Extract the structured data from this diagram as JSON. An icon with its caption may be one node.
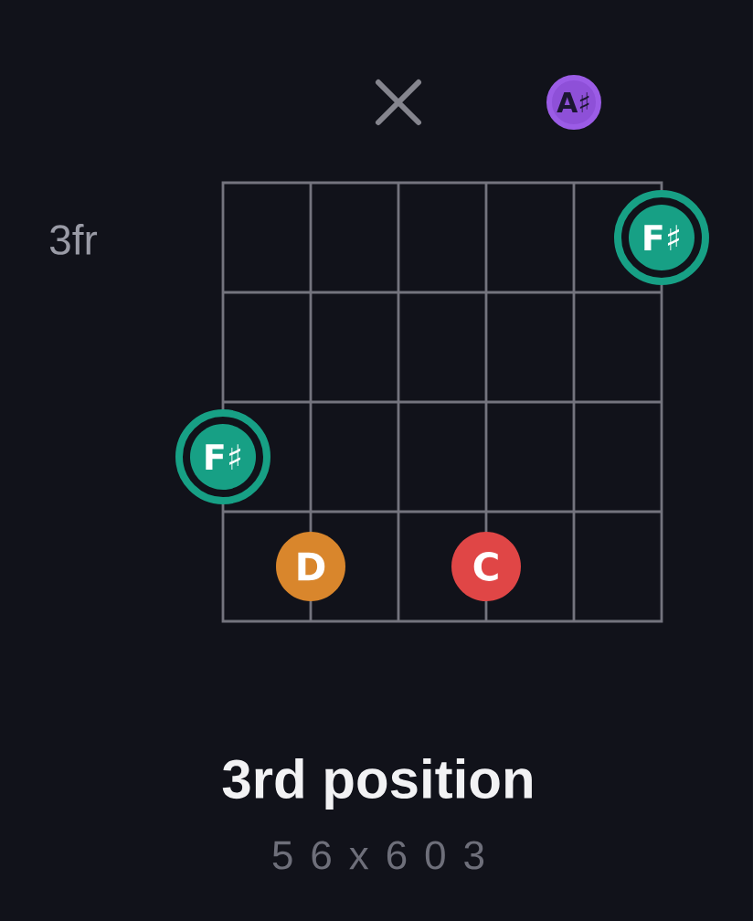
{
  "diagram": {
    "title": "3rd position",
    "caption": "5 6 x 6 0 3",
    "nodes": [
      {
        "text": [
          "A♯"
        ]
      },
      {
        "text": [
          "F♯"
        ]
      },
      {
        "text": [
          "F♯"
        ]
      },
      {
        "text": [
          "D"
        ]
      },
      {
        "text": [
          "C"
        ]
      }
    ],
    "labels": [
      "3fr"
    ]
  }
}
